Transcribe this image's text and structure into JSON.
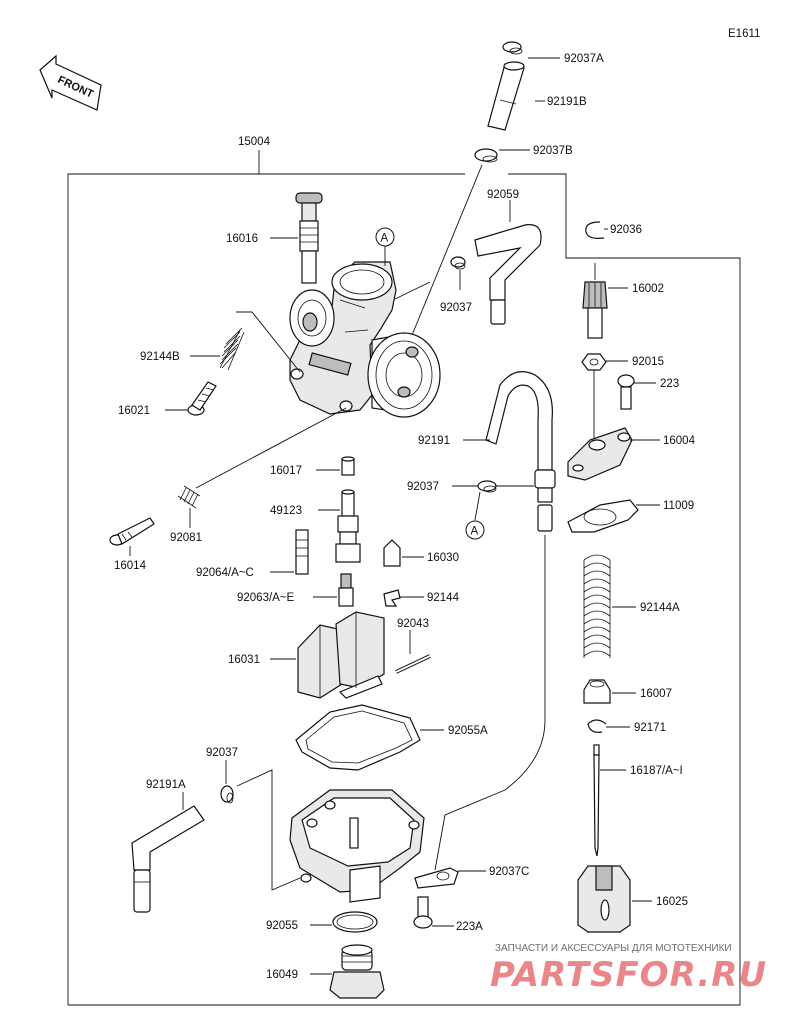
{
  "diagram_code": "E1611",
  "front_label": "FRONT",
  "assembly_number": "15004",
  "parts": [
    "92037A",
    "92191B",
    "92037B",
    "92059",
    "92036",
    "16016",
    "92037",
    "16002",
    "92015",
    "223",
    "92144B",
    "16021",
    "92191",
    "16004",
    "16017",
    "92037",
    "11009",
    "49123",
    "92081",
    "16014",
    "16030",
    "92064/A~C",
    "92063/A~E",
    "92144",
    "92144A",
    "92043",
    "16031",
    "16007",
    "92171",
    "92055A",
    "92037",
    "16187/A~I",
    "92191A",
    "92037C",
    "16025",
    "92055",
    "223A",
    "16049"
  ],
  "ref_markers": [
    "A",
    "A"
  ],
  "watermark": {
    "caption": "ЗАПЧАСТИ И АКСЕССУАРЫ ДЛЯ МОТОТЕХНИКИ",
    "brand": "PARTSFOR.RU"
  }
}
